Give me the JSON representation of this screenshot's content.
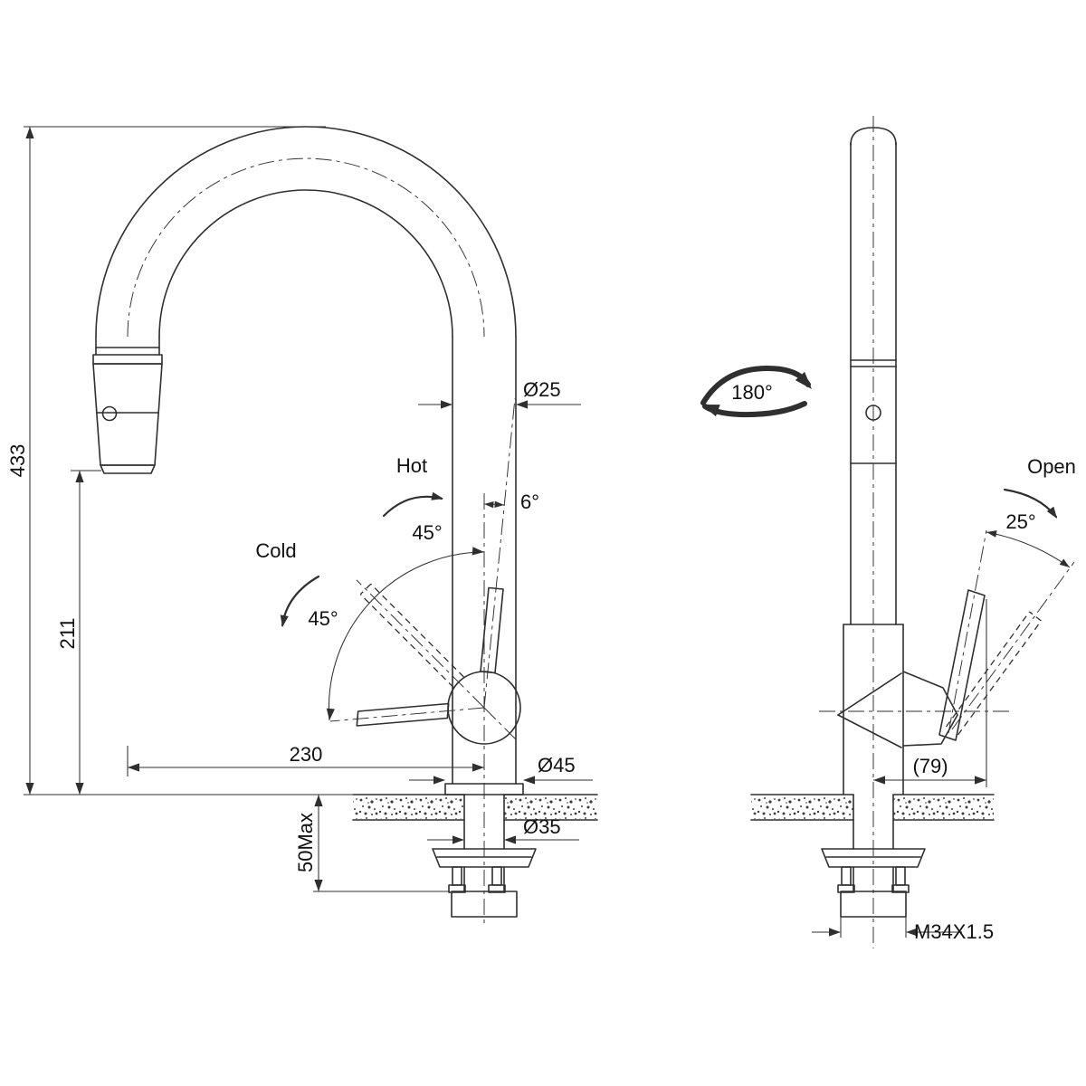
{
  "front_view": {
    "dim_height_total": "433",
    "dim_spout_height": "211",
    "dim_reach": "230",
    "dia_pipe": "Ø25",
    "dia_body": "Ø45",
    "dia_shank": "Ø35",
    "dim_deck_max": "50Max",
    "angle_tilt": "6°",
    "angle_hot": "45°",
    "angle_cold": "45°",
    "label_hot": "Hot",
    "label_cold": "Cold"
  },
  "side_view": {
    "angle_rotation": "180°",
    "label_open": "Open",
    "angle_open": "25°",
    "dim_handle_offset": "(79)",
    "thread_spec": "M34X1.5"
  },
  "colors": {
    "line": "#2f2f2f",
    "text": "#111111",
    "background": "#ffffff"
  }
}
